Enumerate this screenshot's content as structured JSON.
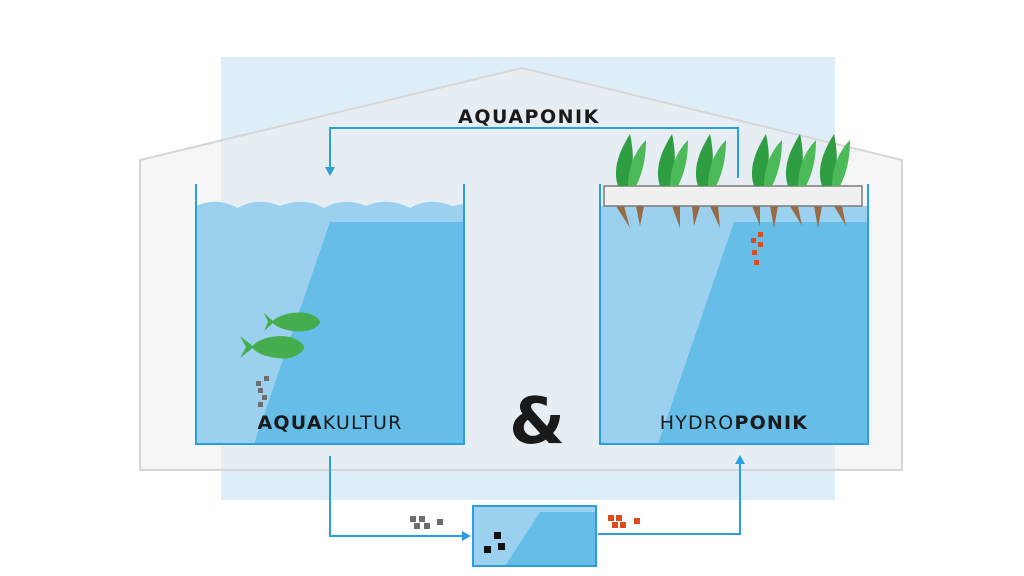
{
  "title": "AQUAPONIK",
  "left_tank": {
    "label_bold": "AQUA",
    "label_regular": "KULTUR"
  },
  "right_tank": {
    "label_regular": "HYDRO",
    "label_bold": "PONIK"
  },
  "connector": "&",
  "colors": {
    "background_panel": "#ddeef8",
    "house": "#eeeeee",
    "house_outline": "#d6d6d6",
    "water_light": "#9bd1ee",
    "water_dark": "#66bde8",
    "tank_outline": "#2a9fdc",
    "flow_arrow": "#2a9fdc",
    "plant": "#3aa84a",
    "root": "#9a6a45",
    "raft": "#f0f0f0",
    "fish": "#46ad4e",
    "waste_particle": "#6d6d6d",
    "nutrient_particle": "#e04a1e",
    "filter_particle": "#111111"
  },
  "icons": [
    "fish-icon",
    "plant-icon",
    "root-icon",
    "particle-icon",
    "arrow-icon"
  ]
}
